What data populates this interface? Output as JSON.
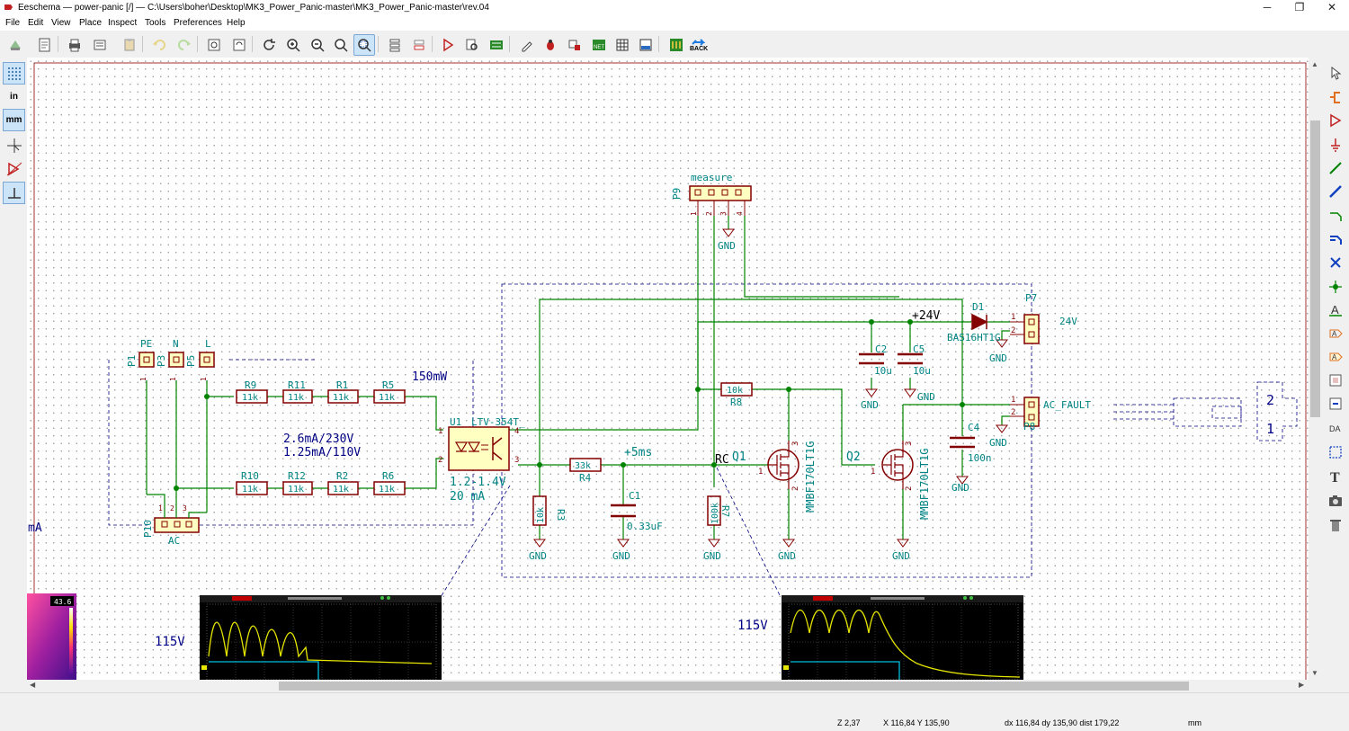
{
  "window": {
    "title": "Eeschema — power-panic [/] — C:\\Users\\boher\\Desktop\\MK3_Power_Panic-master\\MK3_Power_Panic-master\\rev.04",
    "minimize": "─",
    "maximize": "❐",
    "close": "✕"
  },
  "menu": [
    "File",
    "Edit",
    "View",
    "Place",
    "Inspect",
    "Tools",
    "Preferences",
    "Help"
  ],
  "left_toolbar": {
    "inch_label": "in",
    "mm_label": "mm"
  },
  "toolbar": {
    "back_label": "BACK"
  },
  "schematic": {
    "connectors": {
      "p1": {
        "ref": "P1",
        "name": "PE",
        "pin": "1"
      },
      "p3": {
        "ref": "P3",
        "name": "N",
        "pin": "1"
      },
      "p5": {
        "ref": "P5",
        "name": "L",
        "pin": "1"
      },
      "p10": {
        "ref": "P10",
        "name": "AC",
        "pins": [
          "1",
          "2",
          "3"
        ]
      },
      "p9": {
        "ref": "P9",
        "name": "measure",
        "pins": [
          "1",
          "2",
          "3",
          "4"
        ]
      },
      "p7": {
        "ref": "P7",
        "name": "24V",
        "pins": [
          "1",
          "2"
        ]
      },
      "p8": {
        "ref": "P8",
        "name": "AC_FAULT",
        "pins": [
          "1",
          "2"
        ]
      },
      "off_pins": [
        "2",
        "1"
      ]
    },
    "resistors": [
      {
        "ref": "R9",
        "value": "11k"
      },
      {
        "ref": "R11",
        "value": "11k"
      },
      {
        "ref": "R1",
        "value": "11k"
      },
      {
        "ref": "R5",
        "value": "11k"
      },
      {
        "ref": "R10",
        "value": "11k"
      },
      {
        "ref": "R12",
        "value": "11k"
      },
      {
        "ref": "R2",
        "value": "11k"
      },
      {
        "ref": "R6",
        "value": "11k"
      },
      {
        "ref": "R3",
        "value": "10k"
      },
      {
        "ref": "R4",
        "value": "33k"
      },
      {
        "ref": "R7",
        "value": "100k"
      },
      {
        "ref": "R8",
        "value": "10k"
      }
    ],
    "capacitors": [
      {
        "ref": "C1",
        "value": "0.33uF"
      },
      {
        "ref": "C2",
        "value": "10u"
      },
      {
        "ref": "C5",
        "value": "10u"
      },
      {
        "ref": "C4",
        "value": "100n"
      }
    ],
    "optocoupler": {
      "ref": "U1",
      "value": "LTV-354T_",
      "pin1": "1",
      "pin2": "2",
      "pin3": "3",
      "pin4": "4",
      "note1": "1.2-1.4V",
      "note2": "20 mA"
    },
    "transistors": [
      {
        "ref": "Q1",
        "value": "MMBF170LT1G",
        "pins": [
          "1",
          "2",
          "3"
        ]
      },
      {
        "ref": "Q2",
        "value": "MMBF170LT1G",
        "pins": [
          "1",
          "2",
          "3"
        ]
      }
    ],
    "diode": {
      "ref": "D1",
      "value": "BAS16HT1G"
    },
    "net_labels": {
      "v24": "+24V",
      "gnd": "GND",
      "plus5ms": "+5ms",
      "rc": "RC"
    },
    "notes": {
      "power": "150mW",
      "current1": "2.6mA/230V",
      "current2": "1.25mA/110V",
      "left_edge": "mA",
      "scope1_label": "115V",
      "scope2_label": "115V",
      "thermal_value": "43.6"
    }
  },
  "status": {
    "zoom": "Z 2,37",
    "coords": "X 116,84  Y 135,90",
    "delta": "dx 116,84  dy 135,90  dist 179,22",
    "units": "mm"
  },
  "colors": {
    "wire": "#008400",
    "component": "#840000",
    "body_fill": "#ffffc2",
    "label_text": "#008484",
    "dashed": "#000084",
    "canvas_bg": "#ffffff",
    "selection": "#cce4f7"
  }
}
